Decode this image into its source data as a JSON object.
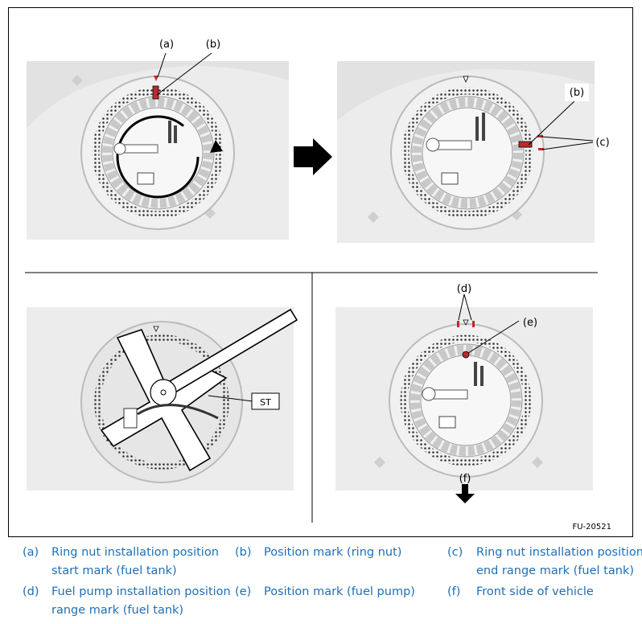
{
  "figure": {
    "id": "FU-20521",
    "callouts": {
      "a": "(a)",
      "b": "(b)",
      "c": "(c)",
      "d": "(d)",
      "e": "(e)",
      "f": "(f)",
      "st": "ST"
    }
  },
  "legend": [
    {
      "key": "(a)",
      "line1": "Ring nut installation position",
      "line2": "start mark (fuel tank)"
    },
    {
      "key": "(b)",
      "line1": "Position mark (ring nut)",
      "line2": ""
    },
    {
      "key": "(c)",
      "line1": "Ring nut installation position",
      "line2": "end range mark (fuel tank)"
    },
    {
      "key": "(d)",
      "line1": "Fuel pump installation position",
      "line2": "range mark (fuel tank)"
    },
    {
      "key": "(e)",
      "line1": "Position mark (fuel pump)",
      "line2": ""
    },
    {
      "key": "(f)",
      "line1": "Front side of vehicle",
      "line2": ""
    }
  ],
  "colors": {
    "legend_text": "#1f6fb5",
    "mark_red": "#c0282d"
  }
}
